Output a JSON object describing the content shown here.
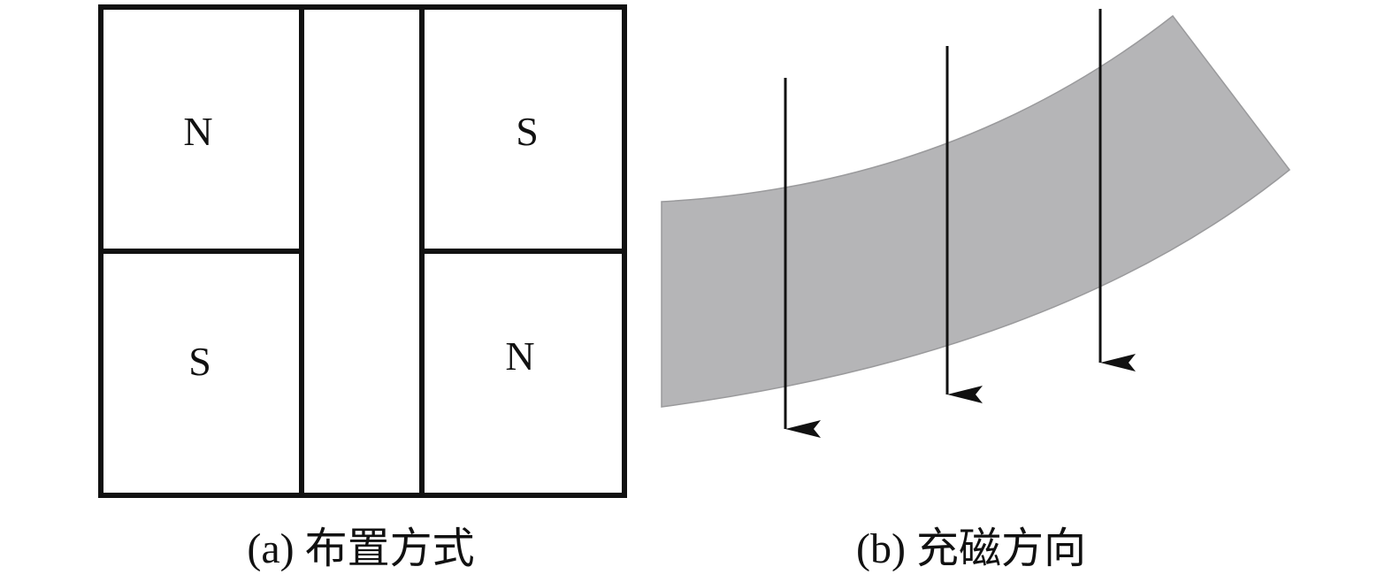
{
  "panel_a": {
    "caption": "(a) 布置方式",
    "poles": {
      "top_left": "N",
      "top_right": "S",
      "bottom_left": "S",
      "bottom_right": "N"
    }
  },
  "panel_b": {
    "caption": "(b) 充磁方向",
    "arrow_count": 3
  },
  "colors": {
    "line": "#111111",
    "magnet_fill": "#b5b5b7",
    "background": "#ffffff"
  }
}
